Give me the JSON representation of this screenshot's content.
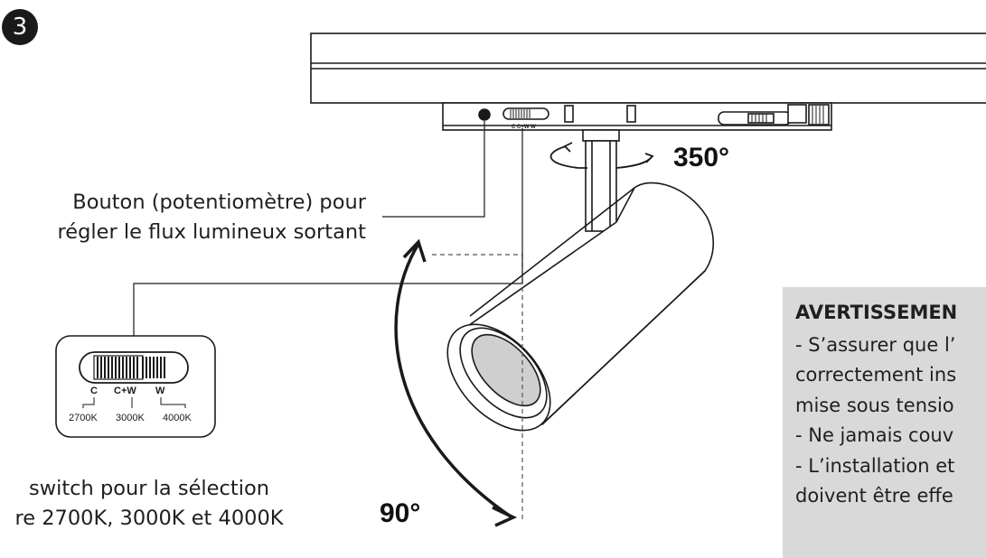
{
  "step_badge": "3",
  "angles": {
    "rotation": "350°",
    "tilt": "90°"
  },
  "callouts": {
    "knob": [
      "Bouton (potentiomètre) pour",
      "régler le flux lumineux sortant"
    ],
    "switch": [
      "switch pour la sélection",
      "re 2700K, 3000K et 4000K"
    ]
  },
  "switch_detail": {
    "position_labels": [
      "C",
      "C+W",
      "W"
    ],
    "temperatures": [
      "2700K",
      "3000K",
      "4000K"
    ],
    "body_labels": "C  C+W  W"
  },
  "warning": {
    "title": "AVERTISSEMEN",
    "lines": [
      "- S’assurer que l’",
      "correctement ins",
      "mise sous tensio",
      "- Ne jamais couv",
      "- L’installation et",
      "doivent être effe"
    ]
  },
  "colors": {
    "ink": "#1a1a1a",
    "warning_bg": "#d9d9d9",
    "background": "#ffffff"
  }
}
